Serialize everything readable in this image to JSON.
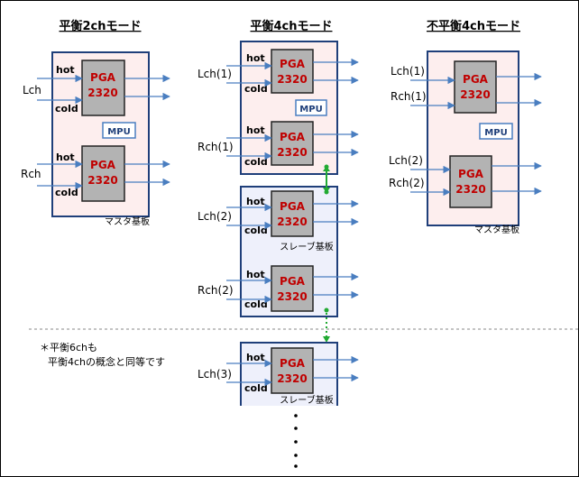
{
  "titles": {
    "balanced2": "平衡2chモード",
    "balanced4": "平衡4chモード",
    "unbalanced4": "不平衡4chモード"
  },
  "chip": {
    "line1": "PGA",
    "line2": "2320"
  },
  "mpu": "MPU",
  "pins": {
    "hot": "hot",
    "cold": "cold"
  },
  "boards": {
    "master": "マスタ基板",
    "slave": "スレーブ基板"
  },
  "channels": {
    "lch": "Lch",
    "rch": "Rch",
    "lch1": "Lch(1)",
    "rch1": "Rch(1)",
    "lch2": "Lch(2)",
    "rch2": "Rch(2)",
    "lch3": "Lch(3)"
  },
  "note": {
    "line1": "＊平衡6chも",
    "line2": "平衡4chの概念と同等です"
  },
  "ellipsis": "・\n・\n・\n・",
  "colors": {
    "board_border": "#1f3f7a",
    "master_fill": "#fdeeee",
    "slave_fill": "#eef0fb",
    "chip_fill": "#b3b3b3",
    "chip_text": "#c00000",
    "arrow": "#4a7ec0",
    "link": "#22aa33",
    "mpu_border": "#4a7ec0",
    "mpu_text": "#1f3f7a"
  }
}
